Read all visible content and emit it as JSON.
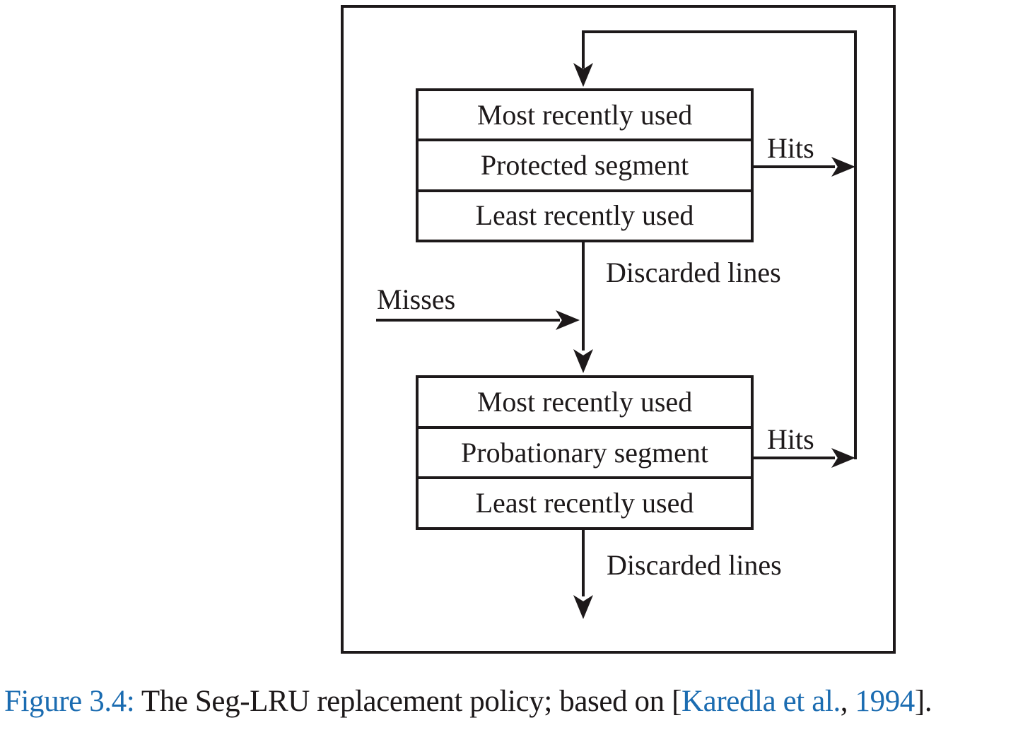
{
  "diagram": {
    "protected_segment": {
      "rows": [
        "Most recently used",
        "Protected segment",
        "Least recently used"
      ]
    },
    "probationary_segment": {
      "rows": [
        "Most recently used",
        "Probationary segment",
        "Least recently used"
      ]
    },
    "labels": {
      "hits_top": "Hits",
      "hits_bottom": "Hits",
      "misses": "Misses",
      "discarded_top": "Discarded lines",
      "discarded_bottom": "Discarded lines"
    }
  },
  "caption": {
    "figure_label": "Figure 3.4: ",
    "text_before_citation": "The Seg-LRU replacement policy; based on [",
    "citation_authors": "Karedla et al.",
    "separator": ", ",
    "citation_year": "1994",
    "text_after_citation": "]."
  },
  "colors": {
    "ink": "#1d191a",
    "link_blue": "#1b6cb1"
  }
}
